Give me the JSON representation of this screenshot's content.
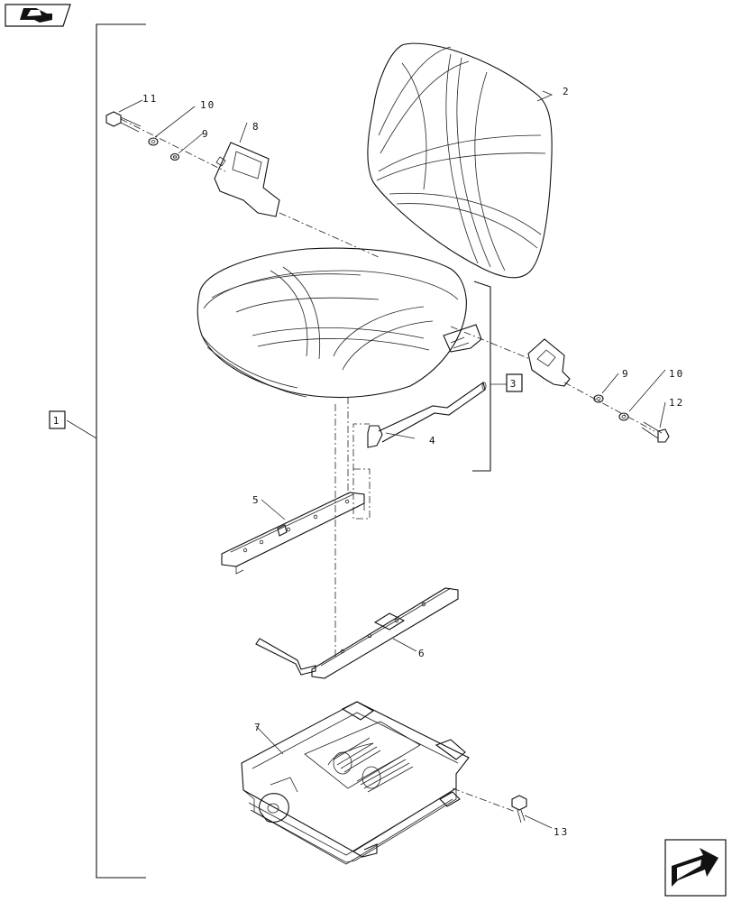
{
  "navigation": {
    "prev_icon": "back-arrow-icon",
    "next_icon": "forward-arrow-icon"
  },
  "callouts": {
    "c1": "1",
    "c2": "2",
    "c3": "3",
    "c4": "4",
    "c5": "5",
    "c6": "6",
    "c7": "7",
    "c8": "8",
    "c9a": "9",
    "c9b": "9",
    "c10a": "10",
    "c10b": "10",
    "c11": "11",
    "c12": "12",
    "c13": "13"
  }
}
